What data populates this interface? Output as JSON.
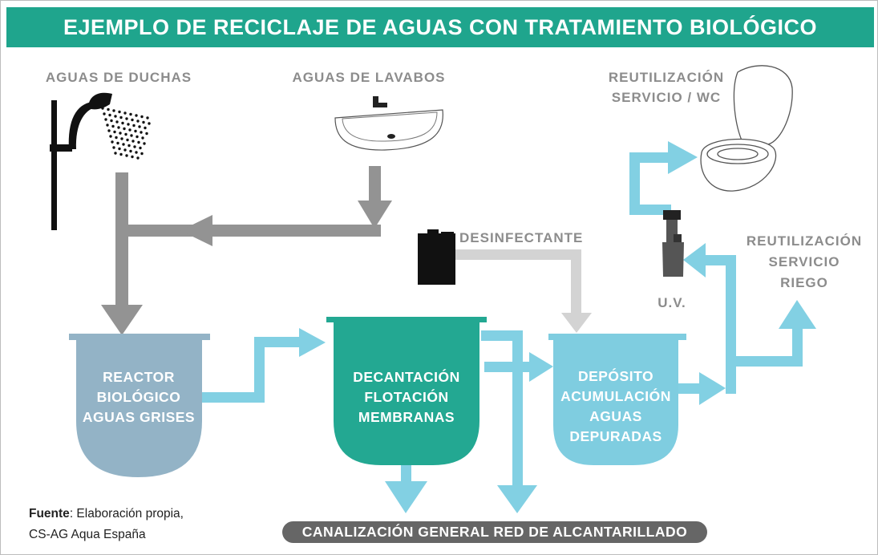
{
  "title": "EJEMPLO DE RECICLAJE DE AGUAS CON TRATAMIENTO BIOLÓGICO",
  "labels": {
    "showers": "AGUAS DE DUCHAS",
    "sinks": "AGUAS DE LAVABOS",
    "wc_reuse": [
      "REUTILIZACIÓN",
      "SERVICIO / WC"
    ],
    "disinfectant": "DESINFECTANTE",
    "irrigation_reuse": [
      "REUTILIZACIÓN",
      "SERVICIO",
      "RIEGO"
    ],
    "uv": "U.V."
  },
  "tanks": {
    "reactor": [
      "REACTOR",
      "BIOLÓGICO",
      "AGUAS GRISES"
    ],
    "decantation": [
      "DECANTACIÓN",
      "FLOTACIÓN",
      "MEMBRANAS"
    ],
    "deposit": [
      "DEPÓSITO",
      "ACUMULACIÓN",
      "AGUAS",
      "DEPURADAS"
    ]
  },
  "sewer": "CANALIZACIÓN GENERAL RED DE ALCANTARILLADO",
  "source": {
    "bold": "Fuente",
    "rest": ": Elaboración propia,",
    "line2": "CS-AG Aqua España"
  },
  "colors": {
    "title_bg": "#1fa58d",
    "reactor": "#93b3c6",
    "decantation": "#23a892",
    "deposit": "#7fcde0",
    "blue_pipe": "#82d0e3",
    "gray_pipe": "#939393",
    "light_gray_pipe": "#d3d3d3"
  }
}
